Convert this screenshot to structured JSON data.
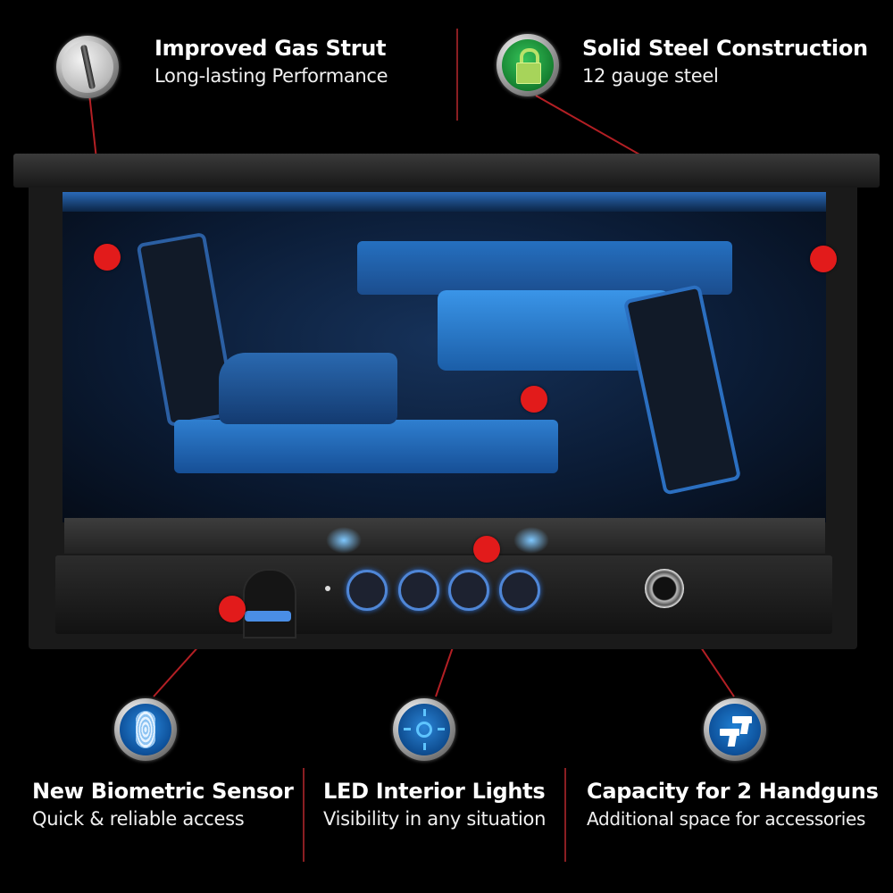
{
  "features": {
    "top_left": {
      "title": "Improved Gas Strut",
      "subtitle": "Long-lasting Performance",
      "icon": "gas-strut-icon"
    },
    "top_right": {
      "title": "Solid Steel Construction",
      "subtitle": "12 gauge steel",
      "icon": "padlock-icon"
    },
    "bottom_left": {
      "title": "New Biometric Sensor",
      "subtitle": "Quick & reliable access",
      "icon": "fingerprint-icon"
    },
    "bottom_center": {
      "title": "LED Interior Lights",
      "subtitle": "Visibility in any situation",
      "icon": "light-bulb-icon"
    },
    "bottom_right": {
      "title": "Capacity for 2 Handguns",
      "subtitle": "Additional space for accessories",
      "icon": "handguns-icon"
    }
  },
  "product": {
    "keypad_buttons": 4,
    "handguns_shown": 2
  },
  "colors": {
    "background": "#000000",
    "callout_dot": "#e21b1b",
    "callout_line": "#b31f24",
    "divider": "#8a1e22",
    "led_blue": "#4f86d6",
    "lock_green": "#1f9a3a",
    "badge_blue": "#1a6fc0"
  }
}
